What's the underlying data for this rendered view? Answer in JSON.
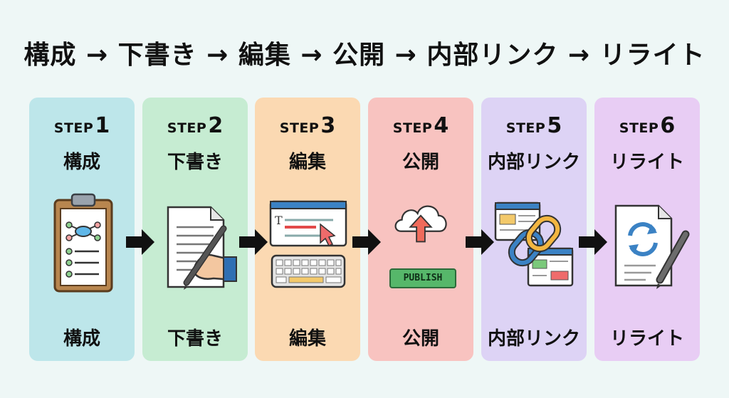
{
  "title": "構成 → 下書き → 編集 → 公開 → 内部リンク → リライト",
  "steps": [
    {
      "word": "STEP",
      "num": "1",
      "name": "構成",
      "footer": "構成",
      "color": "#bde6ea",
      "icon": "clipboard-icon"
    },
    {
      "word": "STEP",
      "num": "2",
      "name": "下書き",
      "footer": "下書き",
      "color": "#c6ecd2",
      "icon": "document-pen-icon"
    },
    {
      "word": "STEP",
      "num": "3",
      "name": "編集",
      "footer": "編集",
      "color": "#fbd9b2",
      "icon": "editor-keyboard-icon"
    },
    {
      "word": "STEP",
      "num": "4",
      "name": "公開",
      "footer": "公開",
      "color": "#f8c3c0",
      "icon": "cloud-upload-icon",
      "badge": "PUBLISH"
    },
    {
      "word": "STEP",
      "num": "5",
      "name": "内部リンク",
      "footer": "内部リンク",
      "color": "#ddd3f5",
      "icon": "chain-link-icon"
    },
    {
      "word": "STEP",
      "num": "6",
      "name": "リライト",
      "footer": "リライト",
      "color": "#e8cdf4",
      "icon": "refresh-document-icon"
    }
  ],
  "arrow_icon": "right-arrow-icon"
}
